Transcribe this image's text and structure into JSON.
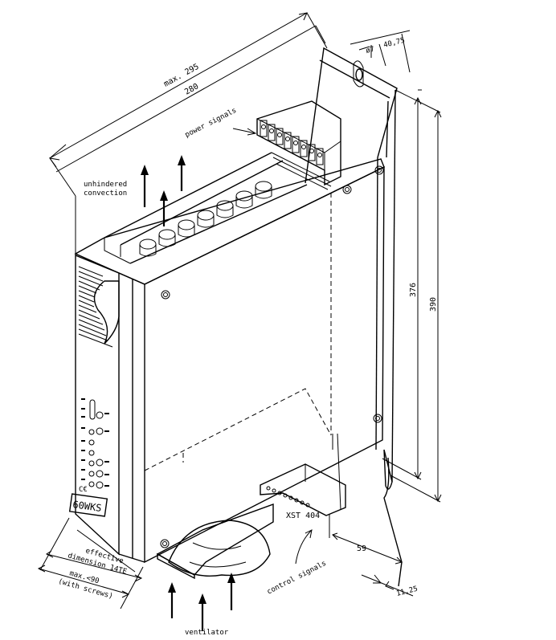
{
  "labels": {
    "max_295": "max. 295",
    "dim_280": "280",
    "dim_40_75": "40,75",
    "dim_phi7": "ø7",
    "power_signals": "power signals",
    "unhindered_line1": "unhindered",
    "unhindered_line2": "convection",
    "dim_376": "376",
    "dim_390": "390",
    "model": "60WKS",
    "ce_mark": "C€",
    "xst": "XST 404",
    "dim_59": "59",
    "dim_11_25": "11,25",
    "control_signals": "control signals",
    "effective": "effective",
    "dimension_14te": "dimension 14TE",
    "max_90": "max.<90",
    "with_screws": "(with screws)",
    "ventilator": "ventilator"
  },
  "colors": {
    "line": "#000000",
    "background": "#ffffff"
  }
}
